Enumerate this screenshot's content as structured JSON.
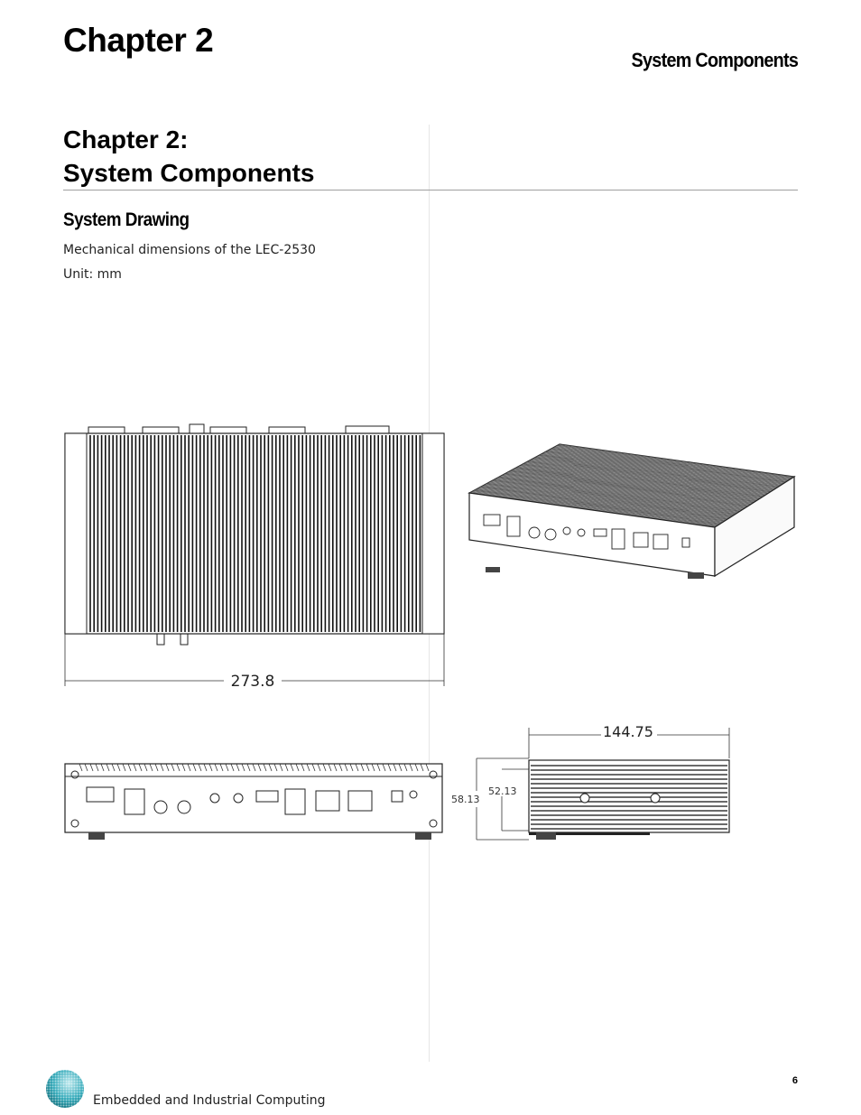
{
  "header": {
    "chapter_label": "Chapter 2",
    "section_title": "System Components"
  },
  "main": {
    "title_line1": "Chapter 2:",
    "title_line2": "System Components",
    "subheading": "System Drawing",
    "description": "Mechanical dimensions of the LEC-2530",
    "unit": "Unit: mm"
  },
  "drawings": {
    "top_view_width": "273.8",
    "side_view_depth": "144.75",
    "side_view_height_outer": "58.13",
    "side_view_height_inner": "52.13"
  },
  "footer": {
    "tagline": "Embedded and Industrial Computing",
    "page_number": "6"
  }
}
